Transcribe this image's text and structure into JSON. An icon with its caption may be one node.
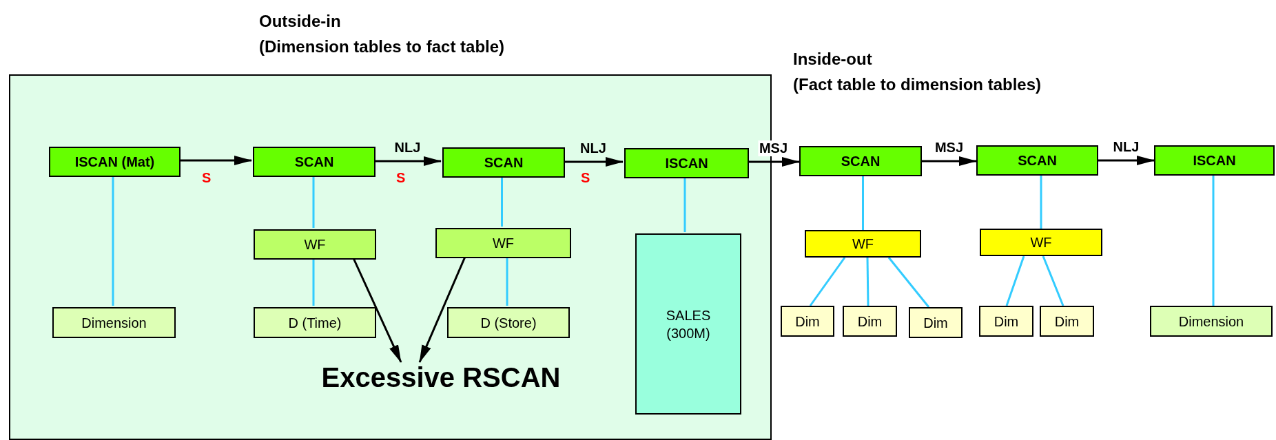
{
  "diagram": {
    "nodes": [
      {
        "text": [
          "Outside-in",
          "(Dimension tables to fact table)"
        ]
      },
      {
        "text": [
          "ISCAN (Mat)"
        ],
        "in": 0
      },
      {
        "text": [
          "SCAN"
        ],
        "in": 0
      },
      {
        "text": [
          "SCAN"
        ],
        "in": 0
      },
      {
        "text": [
          "ISCAN"
        ],
        "in": 0
      },
      {
        "text": [
          "SCAN"
        ]
      },
      {
        "text": [
          "SCAN"
        ]
      },
      {
        "text": [
          "ISCAN"
        ]
      },
      {
        "text": [
          "WF"
        ],
        "in": 0
      },
      {
        "text": [
          "WF"
        ],
        "in": 0
      },
      {
        "text": [
          "SALES (300M)"
        ],
        "in": 0
      },
      {
        "text": [
          "WF"
        ]
      },
      {
        "text": [
          "WF"
        ]
      },
      {
        "text": [
          "Dimension"
        ],
        "in": 0
      },
      {
        "text": [
          "D (Time)"
        ],
        "in": 0
      },
      {
        "text": [
          "D (Store)"
        ],
        "in": 0
      },
      {
        "text": [
          "Dim"
        ]
      },
      {
        "text": [
          "Dim"
        ]
      },
      {
        "text": [
          "Dim"
        ]
      },
      {
        "text": [
          "Dim"
        ]
      },
      {
        "text": [
          "Dim"
        ]
      },
      {
        "text": [
          "Dimension"
        ]
      },
      {
        "text": [
          "Excessive RSCAN"
        ],
        "in": 0
      }
    ],
    "edges": [
      {
        "from": 1,
        "to": 2,
        "arrow": "to",
        "color": "#000000"
      },
      {
        "from": 2,
        "to": 3,
        "arrow": "to",
        "label": "NLJ",
        "color": "#000000"
      },
      {
        "from": 3,
        "to": 4,
        "arrow": "to",
        "label": "NLJ",
        "color": "#000000"
      },
      {
        "from": 4,
        "to": 5,
        "arrow": "to",
        "label": "MSJ",
        "color": "#000000"
      },
      {
        "from": 5,
        "to": 6,
        "arrow": "to",
        "label": "MSJ",
        "color": "#000000"
      },
      {
        "from": 6,
        "to": 7,
        "arrow": "to",
        "label": "NLJ",
        "color": "#000000"
      },
      {
        "from": 1,
        "to": 13,
        "arrow": "none"
      },
      {
        "from": 2,
        "to": 8,
        "arrow": "none"
      },
      {
        "from": 8,
        "to": 14,
        "arrow": "none"
      },
      {
        "from": 3,
        "to": 9,
        "arrow": "none"
      },
      {
        "from": 9,
        "to": 15,
        "arrow": "none"
      },
      {
        "from": 4,
        "to": 10,
        "arrow": "none"
      },
      {
        "from": 5,
        "to": 11,
        "arrow": "none"
      },
      {
        "from": 11,
        "to": 16,
        "arrow": "none"
      },
      {
        "from": 11,
        "to": 17,
        "arrow": "none"
      },
      {
        "from": 11,
        "to": 18,
        "arrow": "none"
      },
      {
        "from": 6,
        "to": 12,
        "arrow": "none"
      },
      {
        "from": 12,
        "to": 19,
        "arrow": "none"
      },
      {
        "from": 12,
        "to": 20,
        "arrow": "none"
      },
      {
        "from": 7,
        "to": 21,
        "arrow": "none"
      },
      {
        "from": 8,
        "to": 22,
        "arrow": "to",
        "color": "#000000"
      },
      {
        "from": 9,
        "to": 22,
        "arrow": "to",
        "color": "#000000"
      }
    ],
    "labels": [
      "S",
      "S",
      "S",
      "Inside-out",
      "(Fact table to dimension tables)"
    ]
  }
}
